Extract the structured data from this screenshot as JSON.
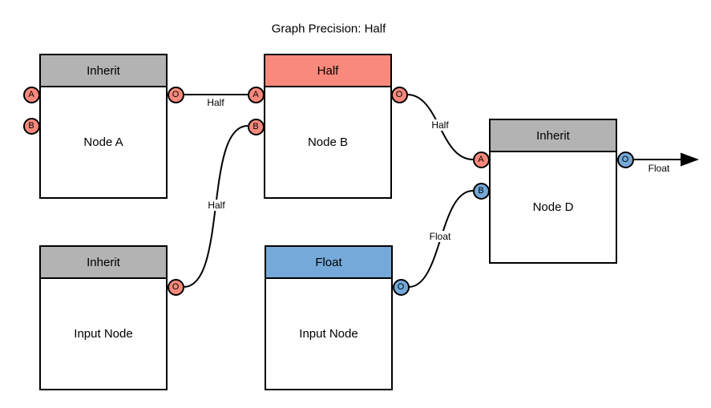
{
  "title": "Graph Precision: Half",
  "colors": {
    "salmon": "#f9897c",
    "blue": "#74a9d9",
    "gray": "#b3b3b3",
    "stroke": "#000000",
    "background": "#ffffff"
  },
  "nodes": [
    {
      "name": "node-a",
      "header": "Inherit",
      "header_color": "gray",
      "label": "Node A",
      "ports": [
        {
          "label": "A",
          "color": "salmon",
          "side": "left"
        },
        {
          "label": "B",
          "color": "salmon",
          "side": "left"
        },
        {
          "label": "O",
          "color": "salmon",
          "side": "right"
        }
      ]
    },
    {
      "name": "node-b",
      "header": "Half",
      "header_color": "salmon",
      "label": "Node B",
      "ports": [
        {
          "label": "A",
          "color": "salmon",
          "side": "left"
        },
        {
          "label": "B",
          "color": "salmon",
          "side": "left"
        },
        {
          "label": "O",
          "color": "salmon",
          "side": "right"
        }
      ]
    },
    {
      "name": "node-d",
      "header": "Inherit",
      "header_color": "gray",
      "label": "Node D",
      "ports": [
        {
          "label": "A",
          "color": "salmon",
          "side": "left"
        },
        {
          "label": "B",
          "color": "blue",
          "side": "left"
        },
        {
          "label": "O",
          "color": "blue",
          "side": "right"
        }
      ]
    },
    {
      "name": "input-node-1",
      "header": "Inherit",
      "header_color": "gray",
      "label": "Input Node",
      "ports": [
        {
          "label": "O",
          "color": "salmon",
          "side": "right"
        }
      ]
    },
    {
      "name": "input-node-2",
      "header": "Float",
      "header_color": "blue",
      "label": "Input Node",
      "ports": [
        {
          "label": "O",
          "color": "blue",
          "side": "right"
        }
      ]
    }
  ],
  "edges": [
    {
      "from": "node-a.O",
      "to": "node-b.A",
      "label": "Half"
    },
    {
      "from": "input-node-1.O",
      "to": "node-b.B",
      "label": "Half"
    },
    {
      "from": "node-b.O",
      "to": "node-d.A",
      "label": "Half"
    },
    {
      "from": "input-node-2.O",
      "to": "node-d.B",
      "label": "Float"
    },
    {
      "from": "node-d.O",
      "to": "output-arrow",
      "label": "Float"
    }
  ]
}
